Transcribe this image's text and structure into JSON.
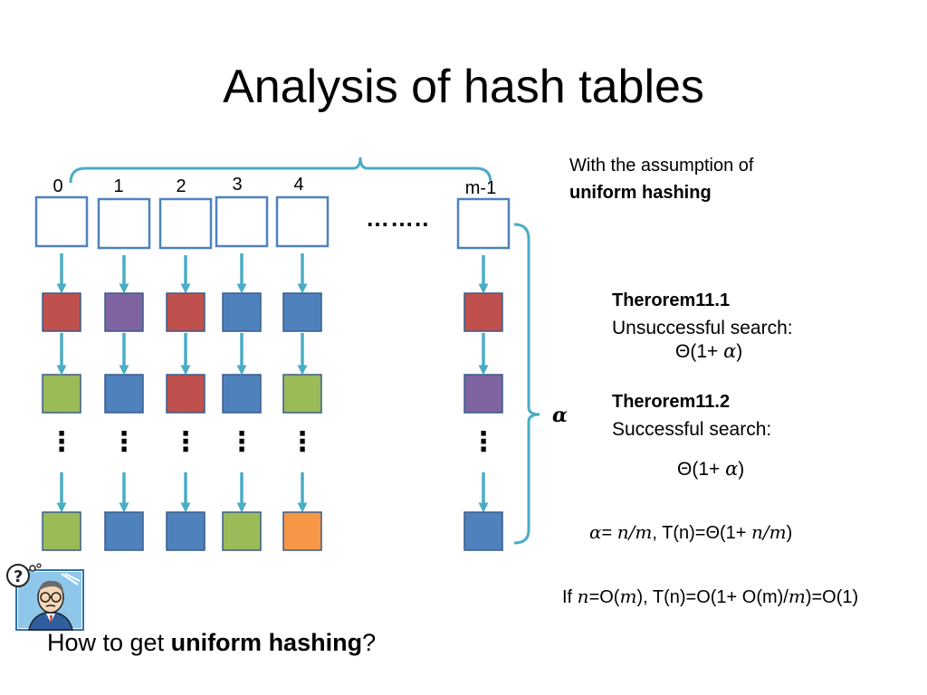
{
  "title": "Analysis of hash tables",
  "diagram": {
    "slot_labels": [
      "0",
      "1",
      "2",
      "3",
      "4",
      "m-1"
    ],
    "ellipsis": "……..",
    "vertical_dots": "⋮",
    "alpha": "α",
    "colors": {
      "slot_border": "#4f81bd",
      "arrow": "#4bacc6",
      "red": "#c0504d",
      "purple": "#8064a2",
      "blue": "#4f81bd",
      "green": "#9bbb59",
      "orange": "#f79646",
      "node_border": "#385d8a"
    },
    "columns": [
      {
        "nodes": [
          "red",
          "green",
          "green"
        ]
      },
      {
        "nodes": [
          "purple",
          "blue",
          "blue"
        ]
      },
      {
        "nodes": [
          "red",
          "red",
          "blue"
        ]
      },
      {
        "nodes": [
          "blue",
          "blue",
          "green"
        ]
      },
      {
        "nodes": [
          "blue",
          "green",
          "orange"
        ]
      },
      {
        "nodes": [
          "red",
          "purple",
          "blue"
        ]
      }
    ]
  },
  "notes": {
    "assumption_line1": "With the assumption of",
    "assumption_line2": "uniform hashing",
    "theorem1_title": "Therorem11.1",
    "theorem1_text": "Unsuccessful search:",
    "theorem1_bound_pre": "Θ(1+ ",
    "theorem1_bound_alpha": "α",
    "theorem1_bound_post": ")",
    "theorem2_title": "Therorem11.2",
    "theorem2_text": "Successful search:",
    "theorem2_bound_pre": "Θ(1+ ",
    "theorem2_bound_alpha": "α",
    "theorem2_bound_post": ")",
    "eq1_alpha": "α",
    "eq1_mid": "= ",
    "eq1_nm": "n/m",
    "eq1_tn": ", T(n)=Θ(1+ ",
    "eq1_nm2": "n/m",
    "eq1_end": ")",
    "eq2_if": "If ",
    "eq2_n": "n",
    "eq2_eq": "=O(",
    "eq2_m": "m",
    "eq2_rest1": "), T(n)=O(1+ O(m)/",
    "eq2_m2": "m",
    "eq2_rest2": ")=O(1)"
  },
  "question": {
    "pre": "How to get ",
    "bold": "uniform hashing",
    "post": "?"
  },
  "icons": {
    "thinking_person": "thinking-person-icon"
  }
}
